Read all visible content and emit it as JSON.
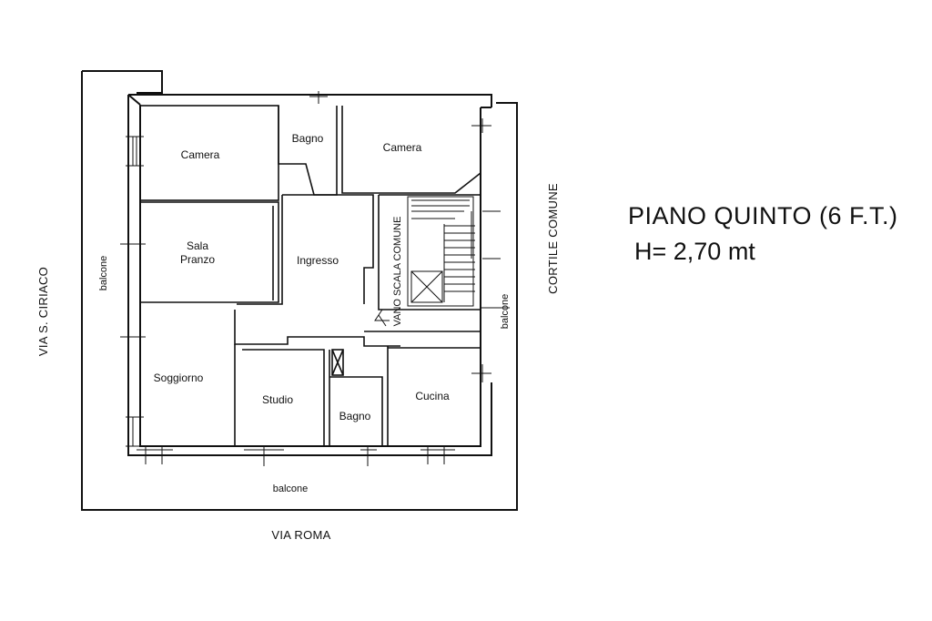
{
  "title": "PIANO QUINTO (6 F.T.)",
  "height_note": "H= 2,70 mt",
  "streets": {
    "bottom": "VIA ROMA",
    "left": "VIA S. CIRIACO",
    "right": "CORTILE COMUNE"
  },
  "rooms": {
    "camera_1": "Camera",
    "bagno_1": "Bagno",
    "camera_2": "Camera",
    "sala_line1": "Sala",
    "sala_line2": "Pranzo",
    "ingresso": "Ingresso",
    "soggiorno": "Soggiorno",
    "studio": "Studio",
    "bagno_2": "Bagno",
    "cucina": "Cucina"
  },
  "balconies": {
    "left": "balcone",
    "right": "balcone",
    "bottom": "balcone"
  },
  "stair": "VANO SCALA COMUNE"
}
